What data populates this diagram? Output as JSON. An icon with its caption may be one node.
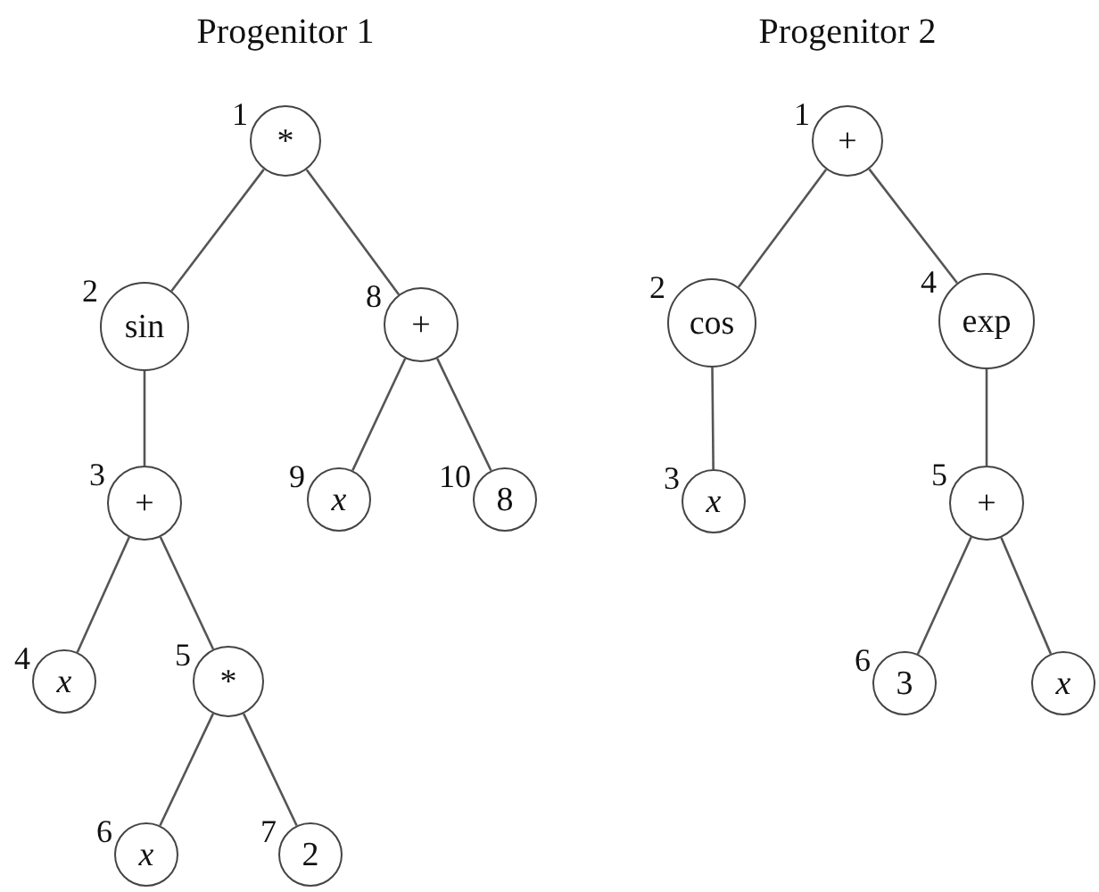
{
  "diagram": {
    "nodes": [
      {
        "text": [
          "*"
        ],
        "beside": [
          "1"
        ]
      },
      {
        "text": [
          "sin"
        ],
        "beside": [
          "2"
        ]
      },
      {
        "text": [
          "+"
        ],
        "beside": [
          "3"
        ]
      },
      {
        "text": [
          "x"
        ],
        "beside": [
          "4"
        ]
      },
      {
        "text": [
          "*"
        ],
        "beside": [
          "5"
        ]
      },
      {
        "text": [
          "x"
        ],
        "beside": [
          "6"
        ]
      },
      {
        "text": [
          "2"
        ],
        "beside": [
          "7"
        ]
      },
      {
        "text": [
          "+"
        ],
        "beside": [
          "8"
        ]
      },
      {
        "text": [
          "x"
        ],
        "beside": [
          "9"
        ]
      },
      {
        "text": [
          "8"
        ],
        "beside": [
          "10"
        ]
      },
      {
        "text": [
          "+"
        ],
        "beside": [
          "1"
        ]
      },
      {
        "text": [
          "cos"
        ],
        "beside": [
          "2"
        ]
      },
      {
        "text": [
          "x"
        ],
        "beside": [
          "3"
        ]
      },
      {
        "text": [
          "exp"
        ],
        "beside": [
          "4"
        ]
      },
      {
        "text": [
          "+"
        ],
        "beside": [
          "5"
        ]
      },
      {
        "text": [
          "3"
        ],
        "beside": [
          "6"
        ]
      },
      {
        "text": [
          "x"
        ]
      }
    ],
    "edges": [
      {
        "from": 0,
        "to": 1,
        "arrow": "none"
      },
      {
        "from": 1,
        "to": 2,
        "arrow": "none"
      },
      {
        "from": 2,
        "to": 3,
        "arrow": "none"
      },
      {
        "from": 2,
        "to": 4,
        "arrow": "none"
      },
      {
        "from": 4,
        "to": 5,
        "arrow": "none"
      },
      {
        "from": 4,
        "to": 6,
        "arrow": "none"
      },
      {
        "from": 0,
        "to": 7,
        "arrow": "none"
      },
      {
        "from": 7,
        "to": 8,
        "arrow": "none"
      },
      {
        "from": 7,
        "to": 9,
        "arrow": "none"
      },
      {
        "from": 10,
        "to": 11,
        "arrow": "none"
      },
      {
        "from": 11,
        "to": 12,
        "arrow": "none"
      },
      {
        "from": 10,
        "to": 13,
        "arrow": "none"
      },
      {
        "from": 13,
        "to": 14,
        "arrow": "none"
      },
      {
        "from": 14,
        "to": 15,
        "arrow": "none"
      },
      {
        "from": 14,
        "to": 16,
        "arrow": "none"
      }
    ],
    "labels": [
      "Progenitor 1",
      "Progenitor 2"
    ]
  }
}
